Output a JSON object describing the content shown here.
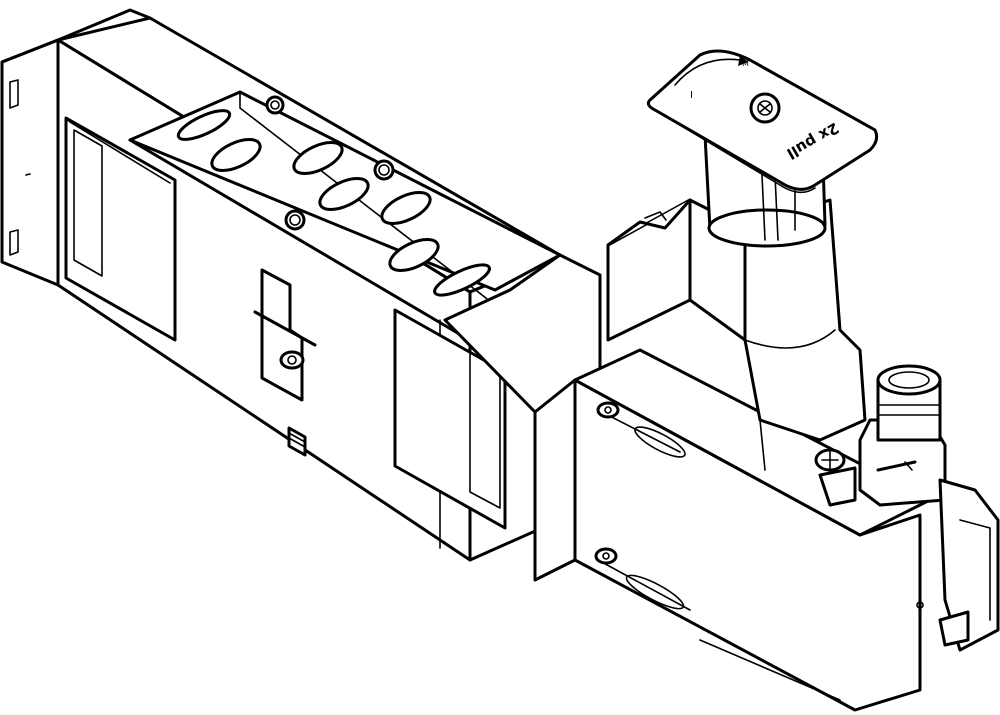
{
  "knob": {
    "label": "2x pull",
    "mark_1": "I",
    "mark_2": "M"
  }
}
